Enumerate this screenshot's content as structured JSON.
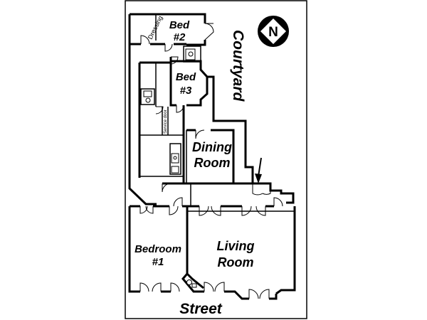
{
  "compass": {
    "letter": "N"
  },
  "outside": {
    "courtyard": "Courtyard",
    "street": "Street"
  },
  "rooms": {
    "dressing": "Dressing",
    "bed2_line1": "Bed",
    "bed2_line2": "#2",
    "bed3_line1": "Bed",
    "bed3_line2": "#3",
    "service_door": "Service door",
    "dining_line1": "Dining",
    "dining_line2": "Room",
    "bedroom1_line1": "Bedroom",
    "bedroom1_line2": "#1",
    "living_line1": "Living",
    "living_line2": "Room"
  }
}
